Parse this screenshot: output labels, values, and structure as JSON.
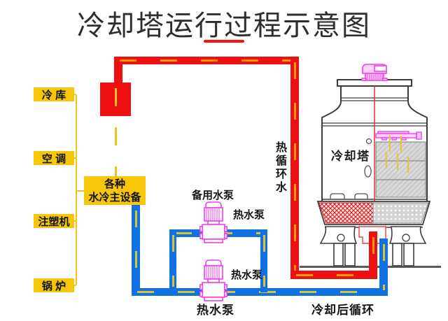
{
  "title": {
    "text": "冷却塔运行过程示意图"
  },
  "left_labels": [
    {
      "label": "冷 库"
    },
    {
      "label": "空 调"
    },
    {
      "label": "注塑机"
    },
    {
      "label": "锅 炉"
    }
  ],
  "equipment_box": {
    "line1": "各种",
    "line2": "水冷主设备"
  },
  "pump_labels": {
    "backup": "备用水泵",
    "top_right": "热水泵",
    "bottom_right": "热水泵",
    "bottom_below": "热水泵"
  },
  "pipe_labels": {
    "hot": "热循环水",
    "cooled": "冷却后循环"
  },
  "tower": {
    "label": "冷却塔"
  },
  "colors": {
    "hot_pipe": "#ee1010",
    "cold_pipe": "#0e72e4",
    "label_yellow": "#f7c608",
    "pump_magenta": "#f23ef2",
    "hot_dash": "#ff9a00",
    "cold_dash": "#dfc22a",
    "title_text": "#2e2e2e",
    "underline": "#fe1010"
  }
}
